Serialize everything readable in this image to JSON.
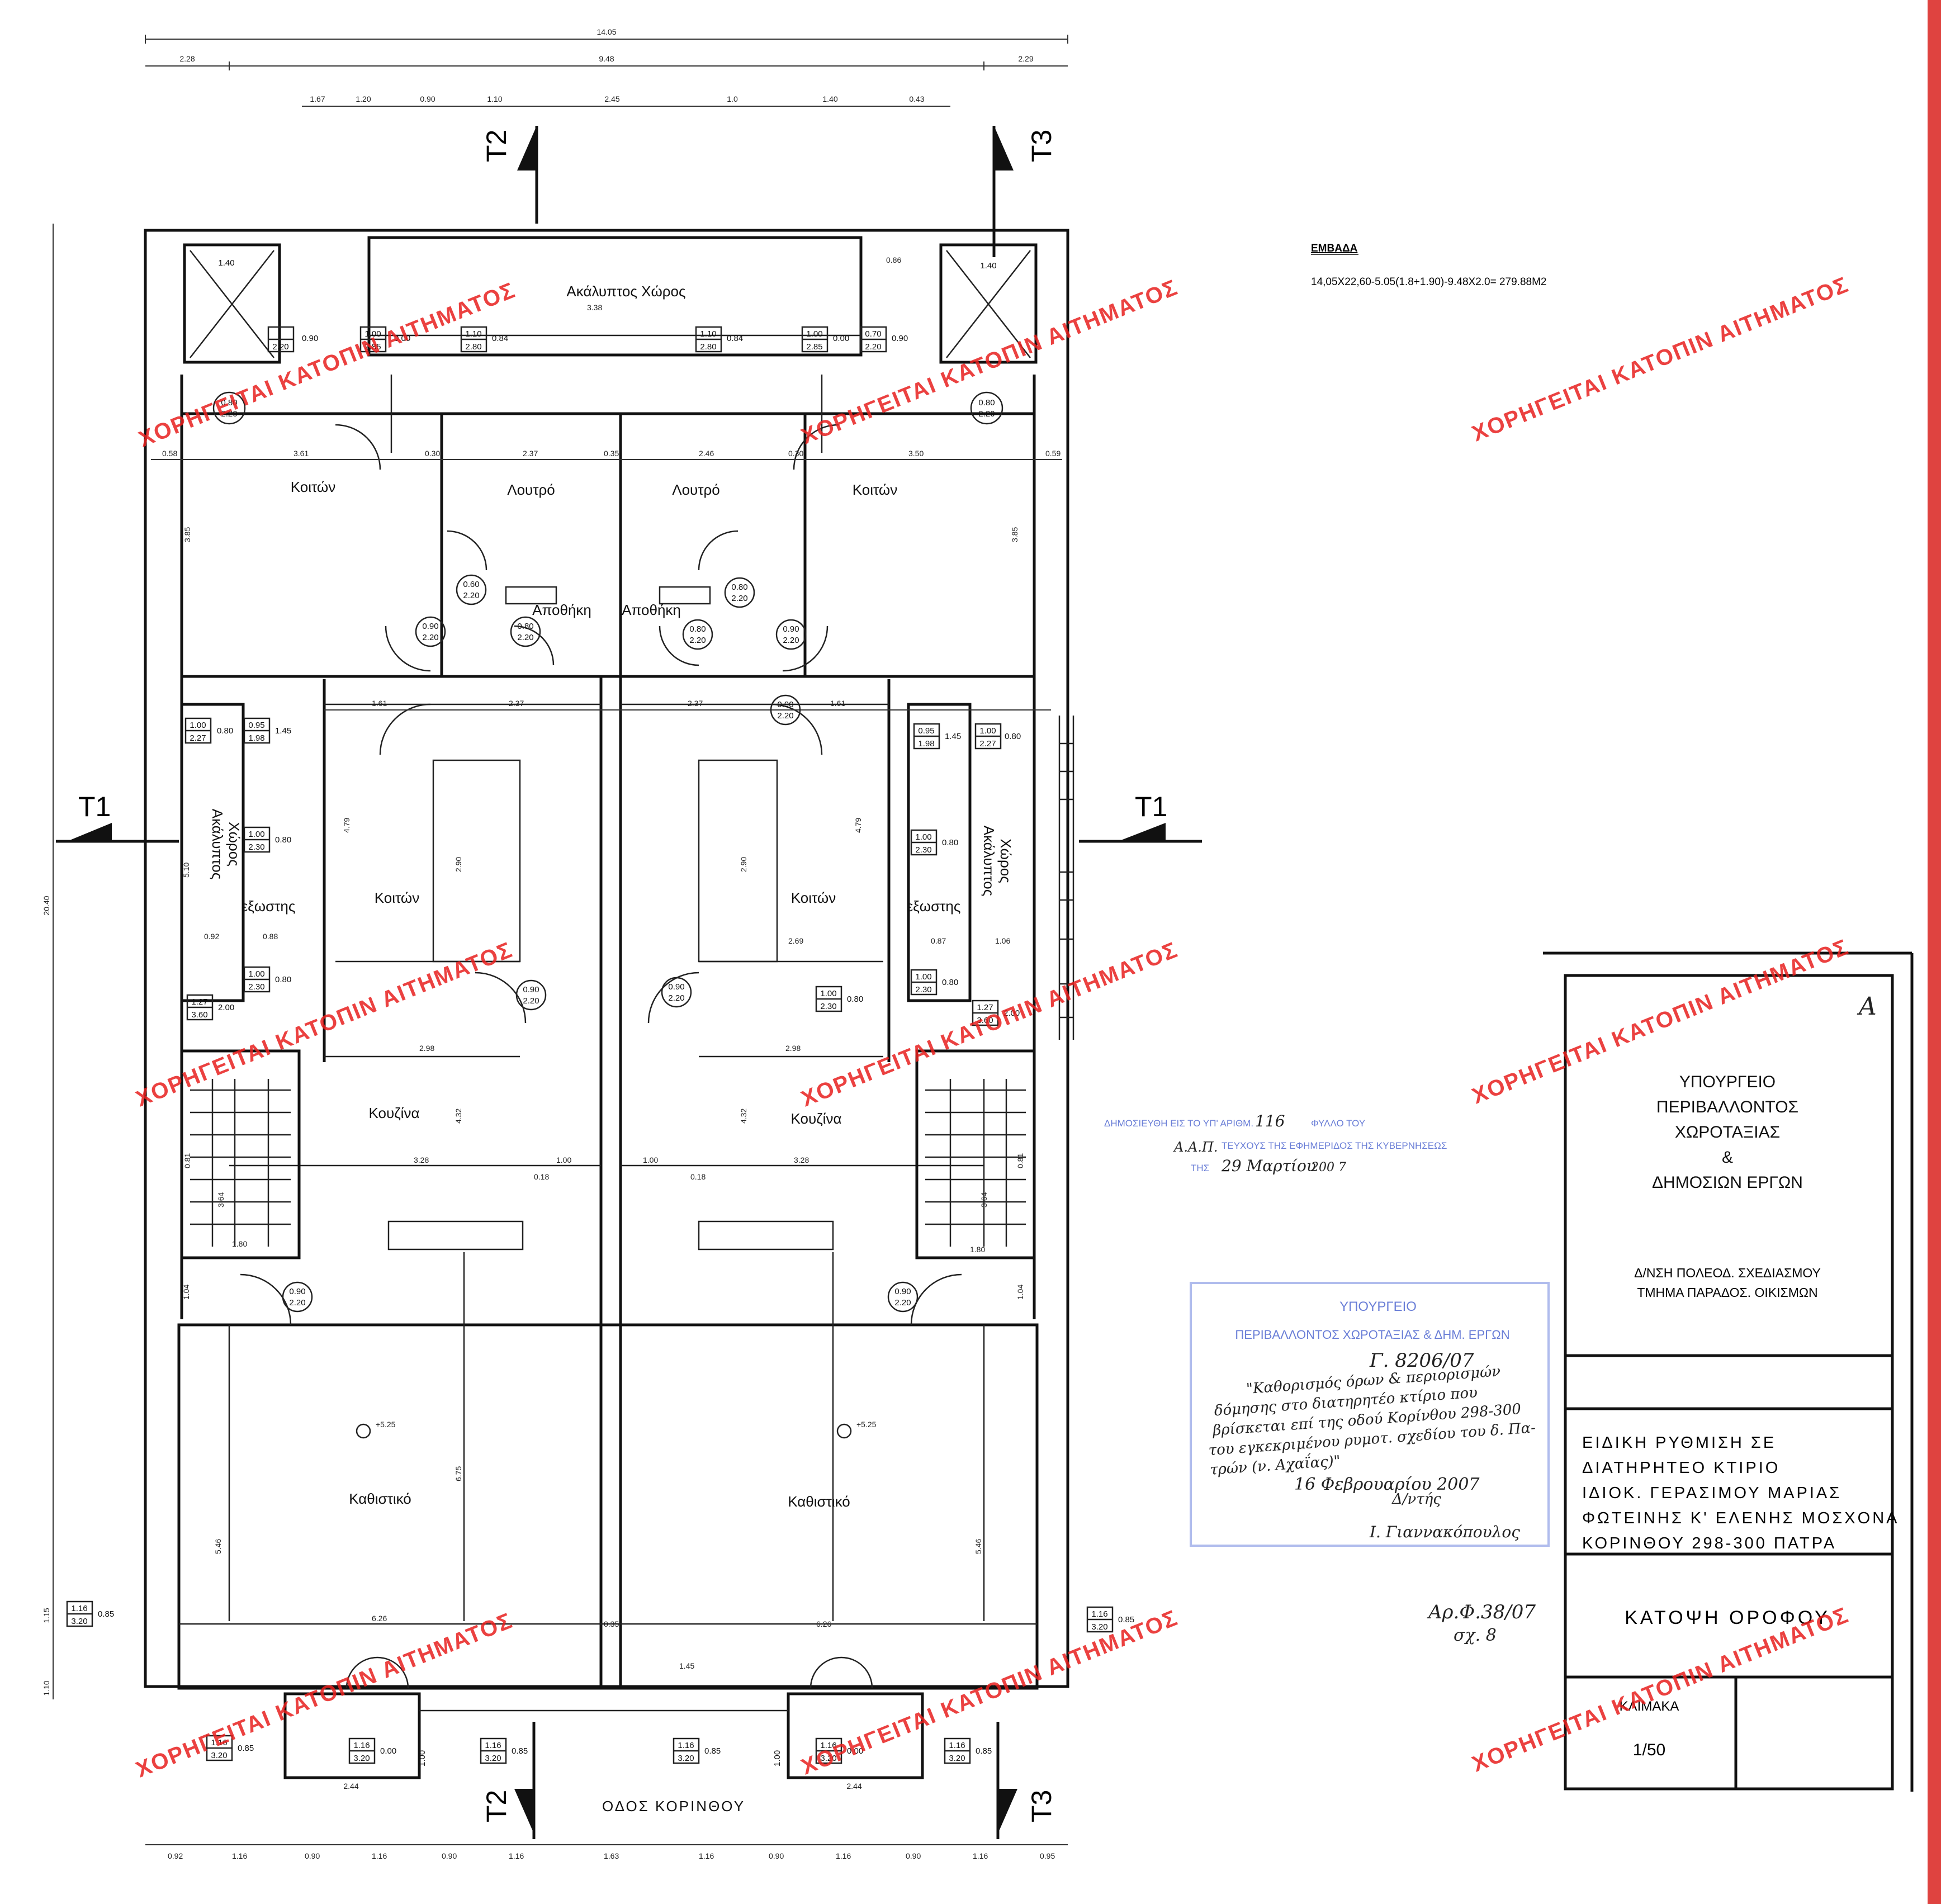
{
  "plan": {
    "overall_dims": {
      "total_width": "14.05",
      "mid_span": "9.48",
      "left_offset": "2.28",
      "right_offset": "2.29",
      "total_height": "20.40"
    },
    "top_dims": [
      "1.67",
      "1.20",
      "0.90",
      "1.10",
      "2.45",
      "1.0",
      "1.40",
      "0.43"
    ],
    "section_marks": {
      "t1": "T1",
      "t2": "T2",
      "t3": "T3"
    },
    "rooms": {
      "courtyard_top": "Ακάλυπτος Χώρος",
      "bedroom": "Κοιτών",
      "bathroom": "Λουτρό",
      "storage": "Αποθήκη",
      "courtyard_side_line1": "Ακάλυπτος",
      "courtyard_side_line2": "Χώρος",
      "exterior": "εξωστης",
      "kitchen": "Κουζίνα",
      "living": "Καθιστικό"
    },
    "elevation": "+5.25",
    "street": "ΟΔΟΣ ΚΟΡΙΝΘΟΥ",
    "bottom_dims": [
      "0.92",
      "1.16",
      "0.90",
      "1.16",
      "0.90",
      "1.16",
      "1.63",
      "1.16",
      "0.90",
      "1.16",
      "0.90",
      "1.16",
      "0.95"
    ],
    "inner_dims": {
      "w361": "3.61",
      "w237": "2.37",
      "w246": "2.46",
      "w350": "3.50",
      "w030": "0.30",
      "w035": "0.35",
      "w058": "0.58",
      "w059": "0.59",
      "w161": "1.61",
      "w298": "2.98",
      "w328": "3.28",
      "w626": "6.26",
      "w100": "1.00",
      "w244": "2.44",
      "w269": "2.69",
      "h385": "3.85",
      "h479": "4.79",
      "h290": "2.90",
      "h432": "4.32",
      "h675": "6.75",
      "h546": "5.46",
      "h510": "5.10",
      "h115": "1.15",
      "h110": "1.10",
      "w092": "0.92",
      "w088": "0.88",
      "w087": "0.87",
      "w106": "1.06",
      "w145": "1.45",
      "w180": "1.80",
      "h104": "1.04",
      "h364": "3.64",
      "w338": "3.38",
      "w086": "0.86",
      "w018": "0.18",
      "w081": "0.81"
    },
    "openings": {
      "d080_220": [
        "0.80",
        "2.20"
      ],
      "d090_220": [
        "0.90",
        "2.20"
      ],
      "d060_220": [
        "0.60",
        "2.20"
      ],
      "w100_285": [
        "1.00",
        "2.85"
      ],
      "w110_280": [
        "1.10",
        "2.80"
      ],
      "w070_220": [
        "0.70",
        "2.20"
      ],
      "w100_227": [
        "1.00",
        "2.27"
      ],
      "w095_198": [
        "0.95",
        "1.98"
      ],
      "w100_230": [
        "1.00",
        "2.30"
      ],
      "w127_360": [
        "1.27",
        "3.60"
      ],
      "w116_320": [
        "1.16",
        "3.20"
      ],
      "w140": "1.40",
      "v090": "0.90",
      "v080": "0.80",
      "v084": "0.84",
      "v085": "0.85",
      "v000": "0.00",
      "v200": "2.00"
    }
  },
  "areas": {
    "title": "ΕΜΒΑΔΑ",
    "formula": "14,05X22,60-5.05(1.8+1.90)-9.48X2.0= 279.88M2"
  },
  "watermark": "ΧΟΡΗΓΕΙΤΑΙ ΚΑΤΟΠΙΝ ΑΙΤΗΜΑΤΟΣ",
  "publication_stamp": {
    "line1_prefix": "ΔΗΜΟΣΙΕΥΘΗ ΕΙΣ ΤΟ ΥΠ' ΑΡΙΘΜ.",
    "number": "116",
    "line1_suffix": "ΦΥΛΛΟ ΤΟΥ",
    "series": "Α.Α.Π.",
    "line2": "ΤΕΥΧΟΥΣ ΤΗΣ ΕΦΗΜΕΡΙΔΟΣ ΤΗΣ ΚΥΒΕΡΝΗΣΕΩΣ",
    "line3_prefix": "ΤΗΣ",
    "date": "29 Μαρτίου",
    "year": "200 7"
  },
  "ministry_stamp": {
    "line1": "ΥΠΟΥΡΓΕΙΟ",
    "line2": "ΠΕΡΙΒΑΛΛΟΝΤΟΣ ΧΩΡΟΤΑΞΙΑΣ & ΔΗΜ. ΕΡΓΩΝ",
    "ref": "Γ. 8206/07",
    "h1": "\"Καθορισμός όρων & περιορισμών",
    "h2": "δόμησης στο διατηρητέο κτίριο που",
    "h3": "βρίσκεται επί της οδού Κορίνθου 298-300",
    "h4": "του εγκεκριμένου ρυμοτ. σχεδίου του δ. Πα-",
    "h5": "τρών (ν. Αχαΐας)\"",
    "date": "16 Φεβρουαρίου 2007",
    "director": "Δ/ντής",
    "signature": "Ι. Γιαννακόπουλος"
  },
  "ref_note": {
    "line1": "Αρ.Φ.38/07",
    "line2": "σχ. 8"
  },
  "title_block": {
    "mark": "A",
    "ministry1": "ΥΠΟΥΡΓΕΙΟ",
    "ministry2": "ΠΕΡΙΒΑΛΛΟΝΤΟΣ",
    "ministry3": "ΧΩΡΟΤΑΞΙΑΣ",
    "ministry4": "&",
    "ministry5": "ΔΗΜΟΣΙΩΝ ΕΡΓΩΝ",
    "dept1": "Δ/ΝΣΗ ΠΟΛΕΟΔ. ΣΧΕΔΙΑΣΜΟΥ",
    "dept2": "ΤΜΗΜΑ ΠΑΡΑΔΟΣ. ΟΙΚΙΣΜΩΝ",
    "desc1": "ΕΙΔΙΚΗ ΡΥΘΜΙΣΗ ΣΕ",
    "desc2": "ΔΙΑΤΗΡΗΤΕΟ ΚΤΙΡΙΟ",
    "desc3": "ΙΔΙΟΚ. ΓΕΡΑΣΙΜΟΥ ΜΑΡΙΑΣ",
    "desc4": "ΦΩΤΕΙΝΗΣ Κ' ΕΛΕΝΗΣ ΜΟΣΧΟΝΑ",
    "desc5": "ΚΟΡΙΝΘΟΥ 298-300 ΠΑΤΡΑ",
    "drawing": "ΚΑΤΟΨΗ ΟΡΟΦΟΥ",
    "scale_label": "ΚΛΙΜΑΚΑ",
    "scale": "1/50"
  },
  "colors": {
    "watermark": "#e8211f",
    "stamp_blue": "#6b7fd7",
    "ink": "#111111"
  }
}
